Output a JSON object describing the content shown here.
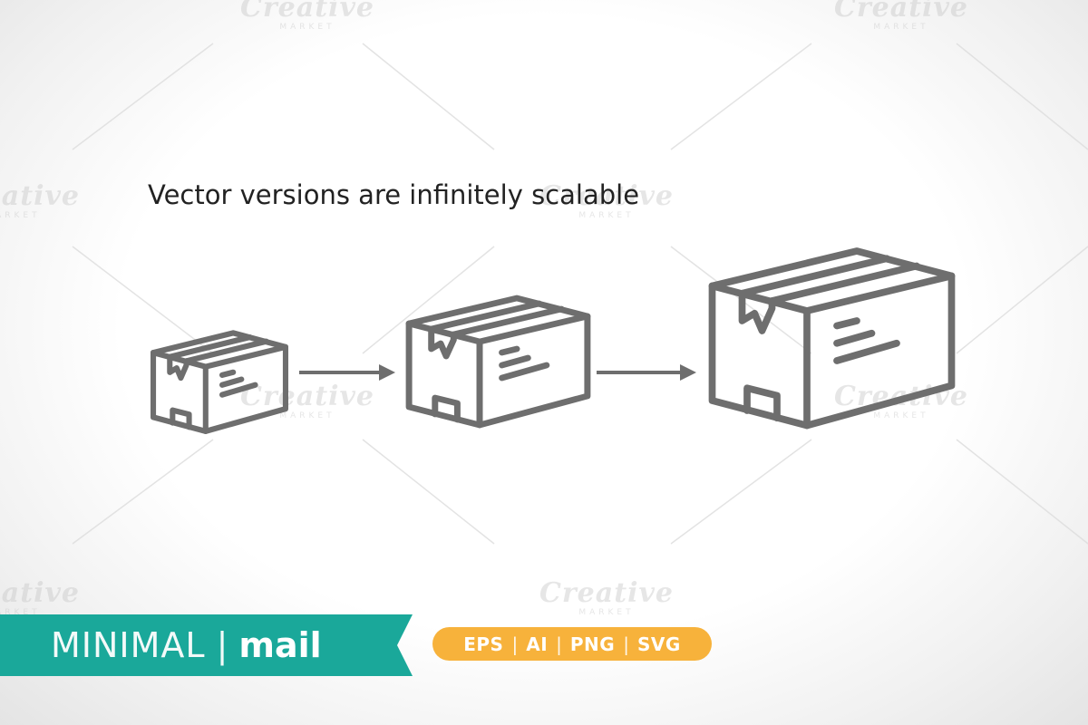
{
  "headline": "Vector versions are infinitely scalable",
  "watermark": {
    "brand": "Creative",
    "sub": "MARKET"
  },
  "banner": {
    "word_thin": "MINIMAL",
    "separator": "|",
    "word_bold": "mail",
    "color": "#1aa89a"
  },
  "formats": {
    "items": [
      "EPS",
      "AI",
      "PNG",
      "SVG"
    ],
    "separator": "|",
    "color": "#f7b23b"
  },
  "colors": {
    "icon_stroke": "#6e6e6e",
    "arrow": "#6e6e6e",
    "text": "#222222"
  },
  "icons": [
    "package-box-icon",
    "arrow-right-icon"
  ]
}
